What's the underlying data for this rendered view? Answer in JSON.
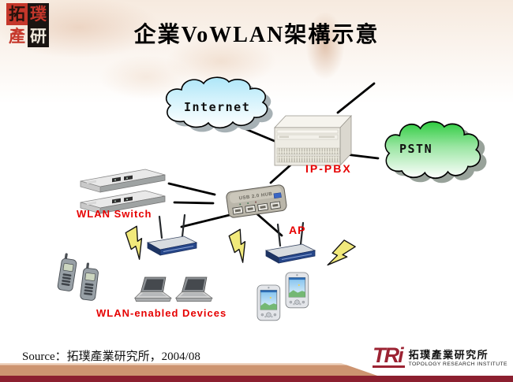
{
  "header": {
    "logo_tiles": [
      "拓",
      "璞",
      "產",
      "研"
    ],
    "title": "企業VoWLAN架構示意"
  },
  "diagram": {
    "internet_label": "Internet",
    "pstn_label": "PSTN",
    "ippbx_label": "IP-PBX",
    "wlan_switch_label": "WLAN Switch",
    "ap_label": "AP",
    "devices_label": "WLAN-enabled Devices",
    "hub_text": "USB 2.0 HUB"
  },
  "footer": {
    "source": "Source：拓璞產業研究所，2004/08",
    "tri_mark": "TRi",
    "tri_cn": "拓璞產業研究所",
    "tri_en": "TOPOLOGY RESEARCH INSTITUTE"
  },
  "colors": {
    "label_red": "#e60000",
    "internet_cloud_top": "#aee6f8",
    "pstn_cloud_top": "#2ecc40",
    "footer_bar_tan": "#cd9470",
    "footer_bar_maroon": "#8c1f2f",
    "tri_red": "#9c2333",
    "ap_body_blue": "#27478a",
    "bolt_yellow": "#f1e97b"
  }
}
